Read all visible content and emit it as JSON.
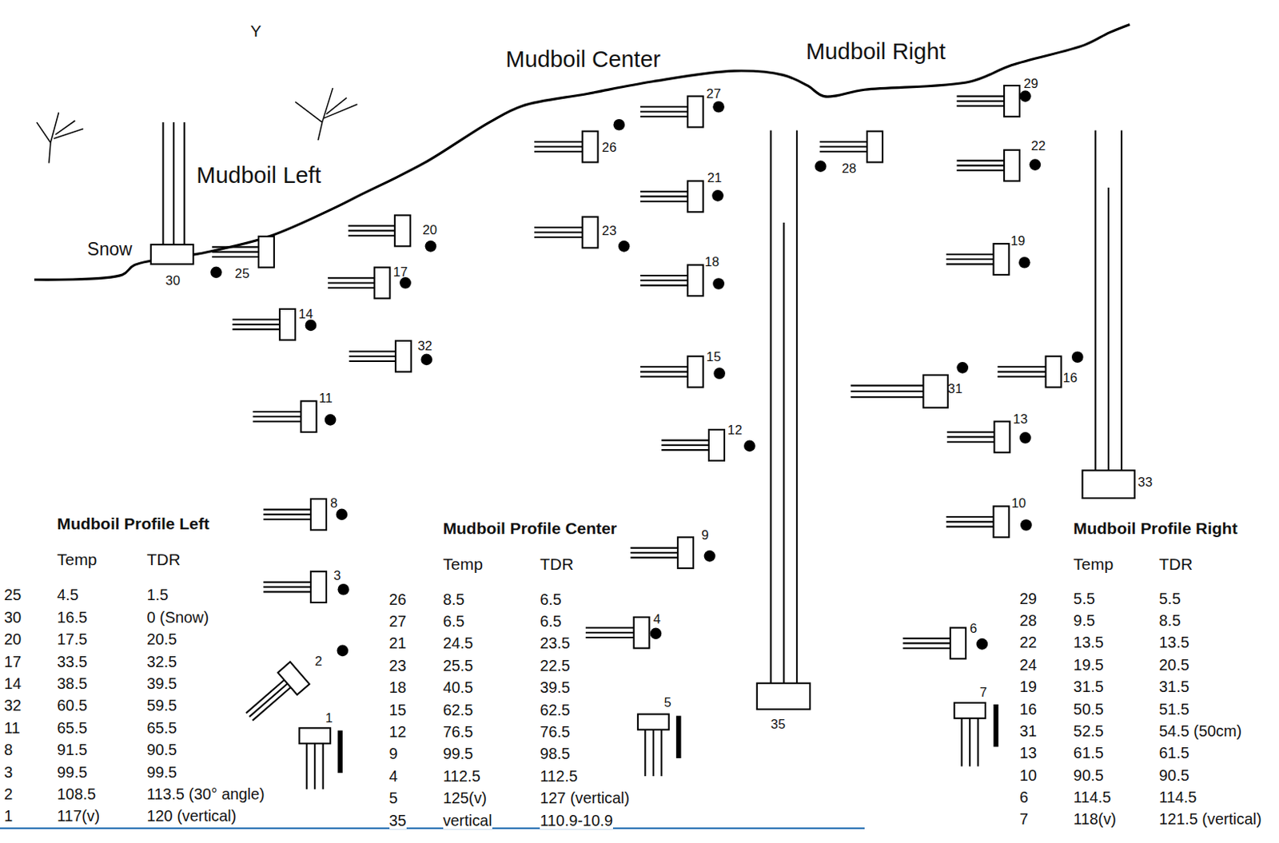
{
  "diagram": {
    "labels": [
      "Y",
      "Mudboil Center",
      "Mudboil Right",
      "Mudboil Left",
      "Snow",
      "30",
      "25",
      "20",
      "17",
      "14",
      "32",
      "11",
      "8",
      "3",
      "2",
      "1",
      "26",
      "27",
      "21",
      "23",
      "18",
      "15",
      "12",
      "9",
      "4",
      "5",
      "35",
      "28",
      "29",
      "22",
      "19",
      "16",
      "31",
      "13",
      "10",
      "6",
      "7",
      "33",
      "Mudboil Profile Left",
      "Temp",
      "TDR",
      "25",
      "4.5",
      "1.5",
      "30",
      "16.5",
      "0 (Snow)",
      "20",
      "17.5",
      "20.5",
      "17",
      "33.5",
      "32.5",
      "14",
      "38.5",
      "39.5",
      "32",
      "60.5",
      "59.5",
      "11",
      "65.5",
      "65.5",
      "8",
      "91.5",
      "90.5",
      "3",
      "99.5",
      "99.5",
      "2",
      "108.5",
      "113.5 (30° angle)",
      "1",
      "117(v)",
      "120 (vertical)",
      "Mudboil Profile Center",
      "Temp",
      "TDR",
      "26",
      "8.5",
      "6.5",
      "27",
      "6.5",
      "6.5",
      "21",
      "24.5",
      "23.5",
      "23",
      "25.5",
      "22.5",
      "18",
      "40.5",
      "39.5",
      "15",
      "62.5",
      "62.5",
      "12",
      "76.5",
      "76.5",
      "9",
      "99.5",
      "98.5",
      "4",
      "112.5",
      "112.5",
      "5",
      "125(v)",
      "127 (vertical)",
      "35",
      "vertical",
      "110.9-10.9",
      "Mudboil Profile Right",
      "Temp",
      "TDR",
      "29",
      "5.5",
      "5.5",
      "28",
      "9.5",
      "8.5",
      "22",
      "13.5",
      "13.5",
      "24",
      "19.5",
      "20.5",
      "19",
      "31.5",
      "31.5",
      "16",
      "50.5",
      "51.5",
      "31",
      "52.5",
      "54.5 (50cm)",
      "13",
      "61.5",
      "61.5",
      "10",
      "90.5",
      "90.5",
      "6",
      "114.5",
      "114.5",
      "7",
      "118(v)",
      "121.5 (vertical)"
    ]
  }
}
